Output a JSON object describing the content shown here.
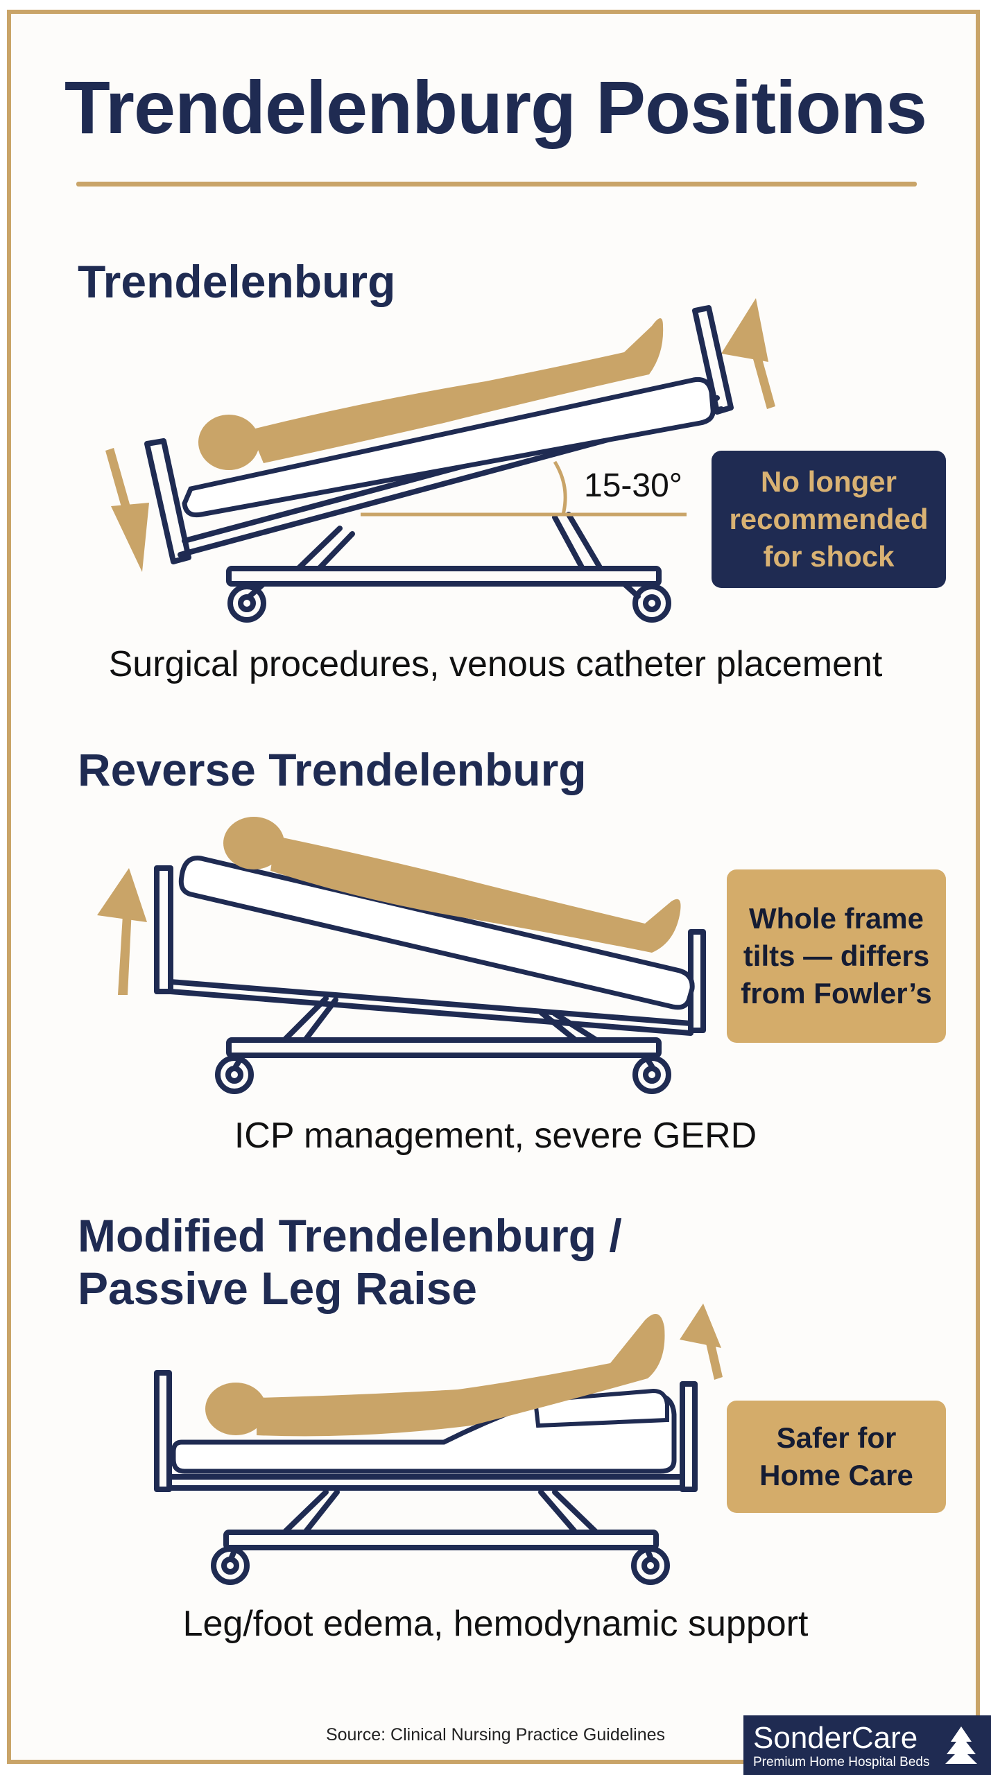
{
  "header": {
    "title": "Trendelenburg Positions"
  },
  "sections": [
    {
      "title": "Trendelenburg",
      "angle_label": "15-30°",
      "badge": "No longer recommended for shock",
      "caption": "Surgical procedures, venous catheter placement"
    },
    {
      "title": "Reverse Trendelenburg",
      "badge": "Whole frame tilts — differs from Fowler’s",
      "caption": "ICP management, severe GERD"
    },
    {
      "title_line1": "Modified Trendelenburg /",
      "title_line2": "Passive Leg Raise",
      "badge": "Safer for Home Care",
      "caption": "Leg/foot edema, hemodynamic support"
    }
  ],
  "footer": {
    "source": "Source: Clinical Nursing Practice Guidelines",
    "brand": "SonderCare",
    "tagline": "Premium Home Hospital Beds"
  },
  "colors": {
    "navy": "#1f2b52",
    "gold": "#c9a468"
  }
}
